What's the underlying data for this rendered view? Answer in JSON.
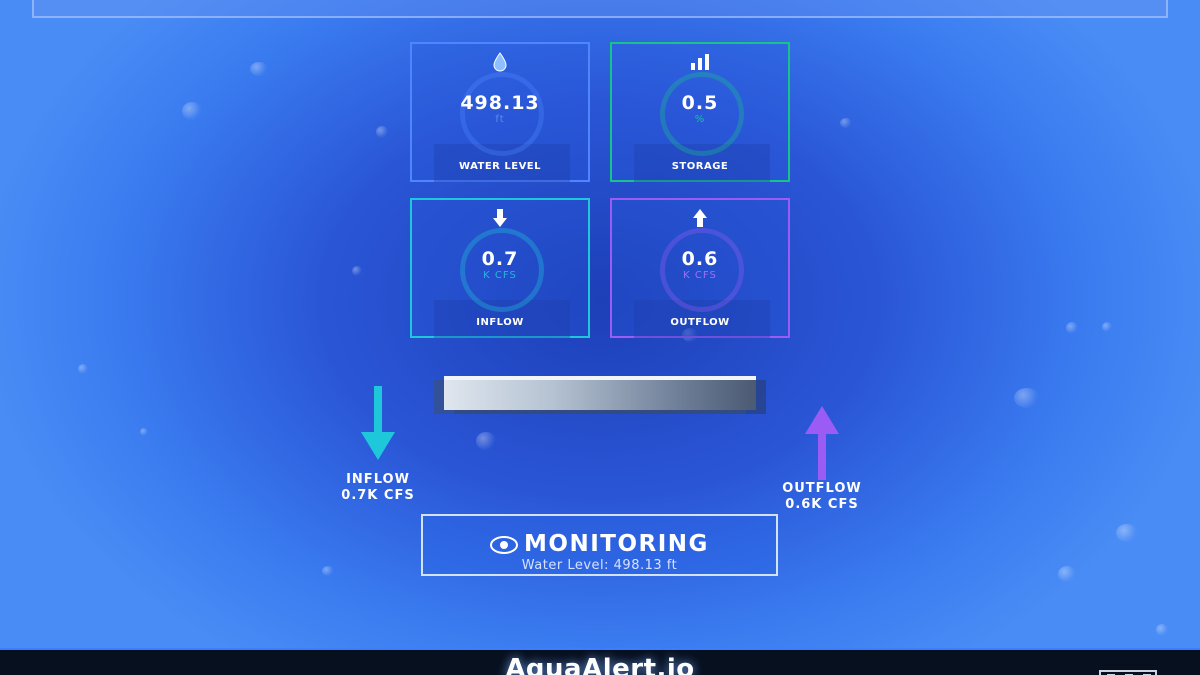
{
  "cards": [
    {
      "value": "498.13",
      "unit": "ft",
      "label": "WATER LEVEL",
      "icon": "droplet-icon",
      "color": "#4f86ff",
      "unit_color": "#5a8cf0"
    },
    {
      "value": "0.5",
      "unit": "%",
      "label": "STORAGE",
      "icon": "bar-chart-icon",
      "color": "#18c38a",
      "unit_color": "#1fbfa0"
    },
    {
      "value": "0.7",
      "unit": "K CFS",
      "label": "INFLOW",
      "icon": "arrow-down-icon",
      "color": "#1ec8da",
      "unit_color": "#22b8dc"
    },
    {
      "value": "0.6",
      "unit": "K CFS",
      "label": "OUTFLOW",
      "icon": "arrow-up-icon",
      "color": "#9a5cf5",
      "unit_color": "#a070f5"
    }
  ],
  "flows": {
    "inflow": {
      "title": "INFLOW",
      "amount": "0.7K CFS",
      "color": "#1ec8da"
    },
    "outflow": {
      "title": "OUTFLOW",
      "amount": "0.6K CFS",
      "color": "#9a5cf5"
    }
  },
  "status": {
    "title": "MONITORING",
    "subtitle": "Water Level: 498.13 ft",
    "icon": "eye-icon"
  },
  "footer": {
    "brand": "AquaAlert.io"
  }
}
